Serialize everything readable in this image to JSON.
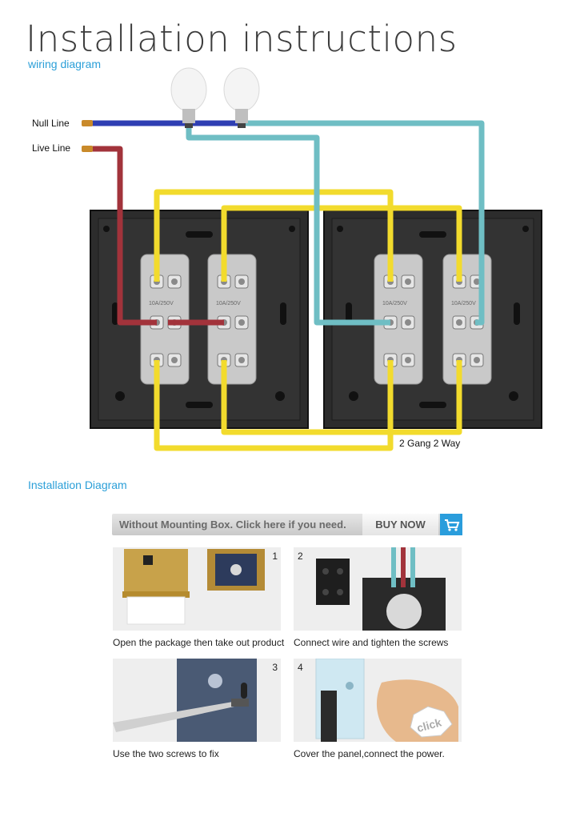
{
  "header": {
    "title": "Installation instructions",
    "subtitle": "wiring diagram"
  },
  "diagram": {
    "labels": {
      "null_line": "Null Line",
      "live_line": "Live Line",
      "mode": "2 Gang 2 Way"
    },
    "switch_rating_text": "10A/250V",
    "colors": {
      "null": "#2f3fb3",
      "live": "#a2333b",
      "load": "#6fbec4",
      "traveler": "#f2db2d",
      "copper": "#c98a2a",
      "plate": "#2b2b2b"
    }
  },
  "installation": {
    "title": "Installation Diagram",
    "buybar": {
      "text": "Without Mounting Box. Click here if you need.",
      "button": "BUY NOW",
      "icon": "cart-icon"
    },
    "steps": [
      {
        "number": "1",
        "caption": "Open the package then take out product"
      },
      {
        "number": "2",
        "caption": "Connect wire and tighten the screws"
      },
      {
        "number": "3",
        "caption": "Use the two screws to fix"
      },
      {
        "number": "4",
        "caption": "Cover the panel,connect the power.",
        "badge": "click"
      }
    ]
  }
}
